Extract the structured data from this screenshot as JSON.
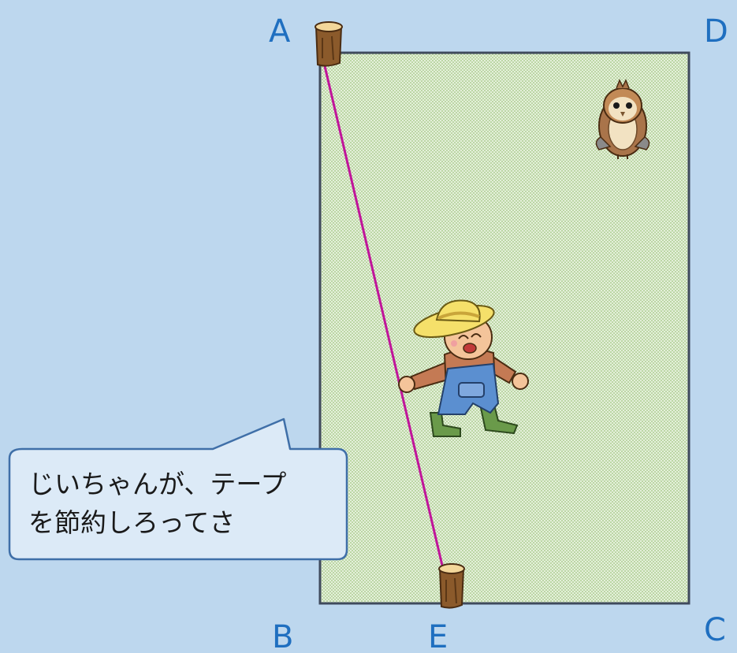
{
  "figure": {
    "corner_labels": {
      "a": "A",
      "b": "B",
      "c": "C",
      "d": "D",
      "e": "E"
    },
    "speech_bubble": {
      "line1": "じいちゃんが、テープ",
      "line2": "を節約しろってさ"
    },
    "colors": {
      "background": "#bdd7ee",
      "field": "#d9ead0",
      "field_border": "#3f4a5c",
      "tape": "#c0159a",
      "label": "#1f6fc0",
      "bubble_fill": "#dceaf7",
      "bubble_border": "#3f6fa8"
    },
    "icons": [
      "stump-icon",
      "farmer-icon",
      "owl-icon"
    ]
  }
}
